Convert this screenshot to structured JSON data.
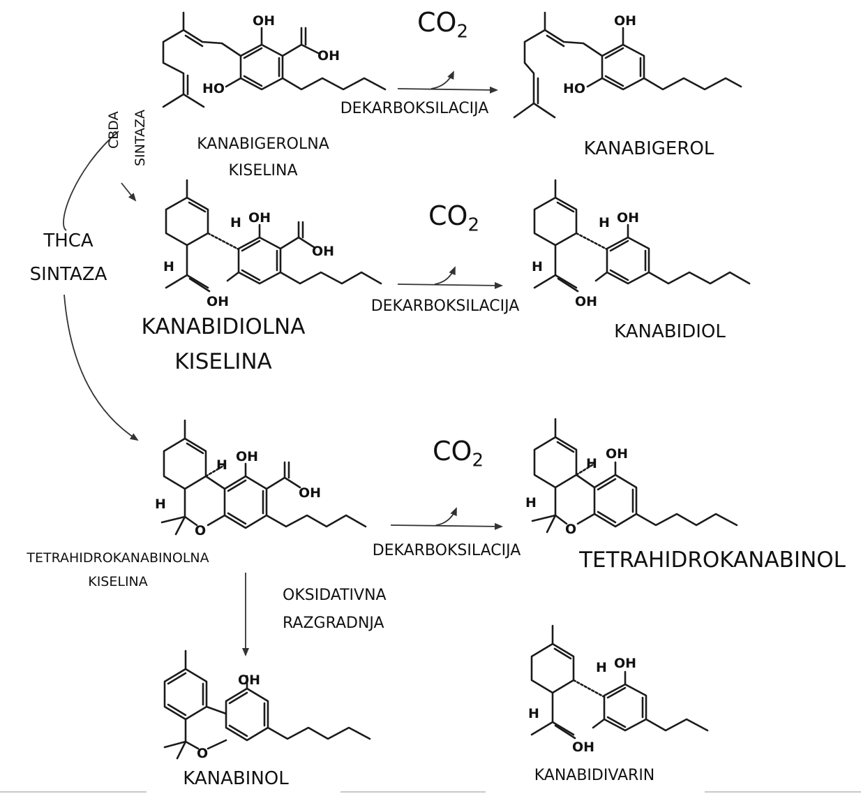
{
  "labels": {
    "kanabigerolna_kiselina_1": "KANABIGEROLNA",
    "kanabigerolna_kiselina_2": "KISELINA",
    "kanabigerol": "KANABIGEROL",
    "kanabidiolna_kiselina_1": "KANABIDIOLNA",
    "kanabidiolna_kiselina_2": "KISELINA",
    "kanabidiol": "KANABIDIOL",
    "tetrahidrokanabinolna_kiselina_1": "TETRAHIDROKANABINOLNA",
    "tetrahidrokanabinolna_kiselina_2": "KISELINA",
    "tetrahidrokanabinol": "TETRAHIDROKANABINOL",
    "kanabinol": "KANABINOL",
    "kanabidivarin": "KANABIDIVARIN",
    "dekarboksilacija_1": "DEKARBOKSILACIJA",
    "dekarboksilacija_2": "DEKARBOKSILACIJA",
    "dekarboksilacija_3": "DEKARBOKSILACIJA",
    "co2_base": "CO",
    "co2_sub": "2",
    "cbda_1": "CBDA",
    "cbda_2": "SINTAZA",
    "thca_1": "THCA",
    "thca_2": "SINTAZA",
    "oksidativna_1": "OKSIDATIVNA",
    "oksidativna_2": "RAZGRADNJA"
  },
  "atoms": {
    "oh": "OH",
    "ho": "HO",
    "o": "O",
    "h": "H"
  }
}
